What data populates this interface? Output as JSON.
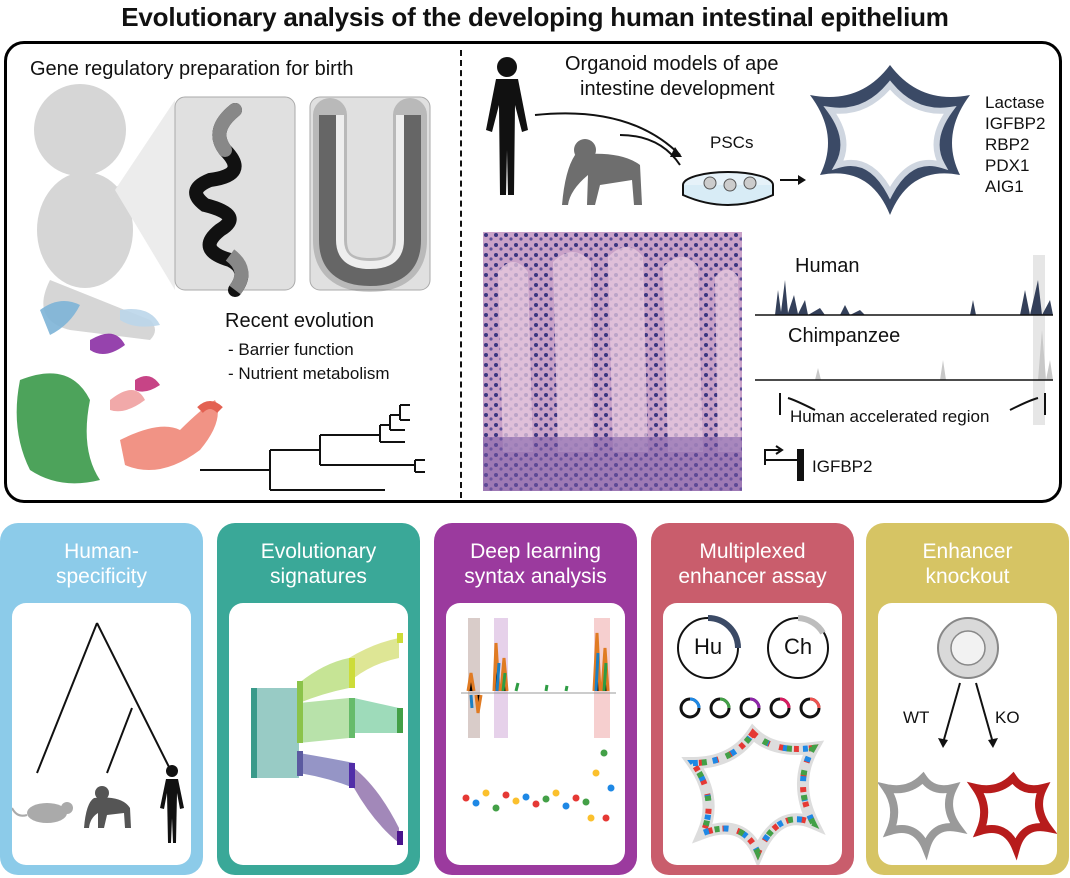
{
  "title": "Evolutionary analysis of the developing human intestinal epithelium",
  "left_section": {
    "heading": "Gene regulatory preparation for birth",
    "recent_evolution": "Recent evolution",
    "bullets": [
      "- Barrier function",
      "- Nutrient metabolism"
    ]
  },
  "right_section": {
    "heading_line1": "Organoid models of ape",
    "heading_line2": "intestine development",
    "psc_label": "PSCs",
    "genes": [
      "Lactase",
      "IGFBP2",
      "RBP2",
      "PDX1",
      "AIG1"
    ],
    "track_human": "Human",
    "track_chimp": "Chimpanzee",
    "har_label": "Human accelerated region",
    "gene_label": "IGFBP2"
  },
  "cards": [
    {
      "title_l1": "Human-",
      "title_l2": "specificity",
      "color": "#8ccbe9"
    },
    {
      "title_l1": "Evolutionary",
      "title_l2": "signatures",
      "color": "#3aa898"
    },
    {
      "title_l1": "Deep learning",
      "title_l2": "syntax analysis",
      "color": "#9b3a9e"
    },
    {
      "title_l1": "Multiplexed",
      "title_l2": "enhancer assay",
      "color": "#c95d6c"
    },
    {
      "title_l1": "Enhancer",
      "title_l2": "knockout",
      "color": "#d6c464"
    }
  ],
  "assay": {
    "hu": "Hu",
    "ch": "Ch"
  },
  "knockout": {
    "wt": "WT",
    "ko": "KO"
  }
}
